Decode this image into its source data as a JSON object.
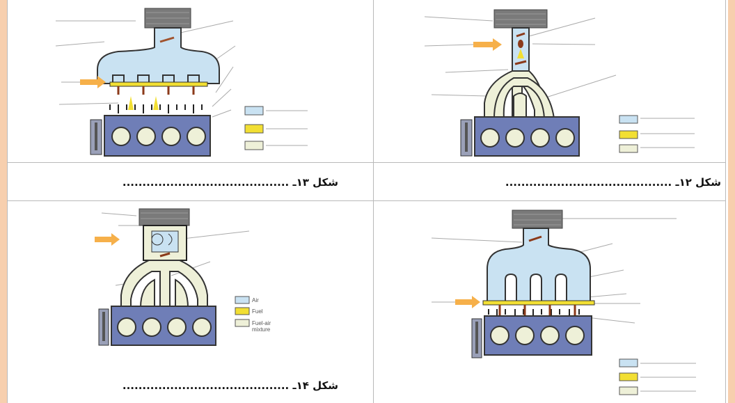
{
  "captions": {
    "fig12": "شکل ۱۲ـ ..........................................",
    "fig13": "شکل ۱۳ـ ..........................................",
    "fig14": "شکل ۱۴ـ .........................................."
  },
  "legend_fig14": {
    "air": "Air",
    "fuel": "Fuel",
    "mixture_line1": "Fuel-air",
    "mixture_line2": "mixture"
  },
  "colors": {
    "air": "#c9e2f2",
    "fuel": "#f2df33",
    "mixture": "#eef0d8",
    "engine_block": "#6f7eb7",
    "filter": "#707070",
    "arrow": "#f6b04a"
  }
}
